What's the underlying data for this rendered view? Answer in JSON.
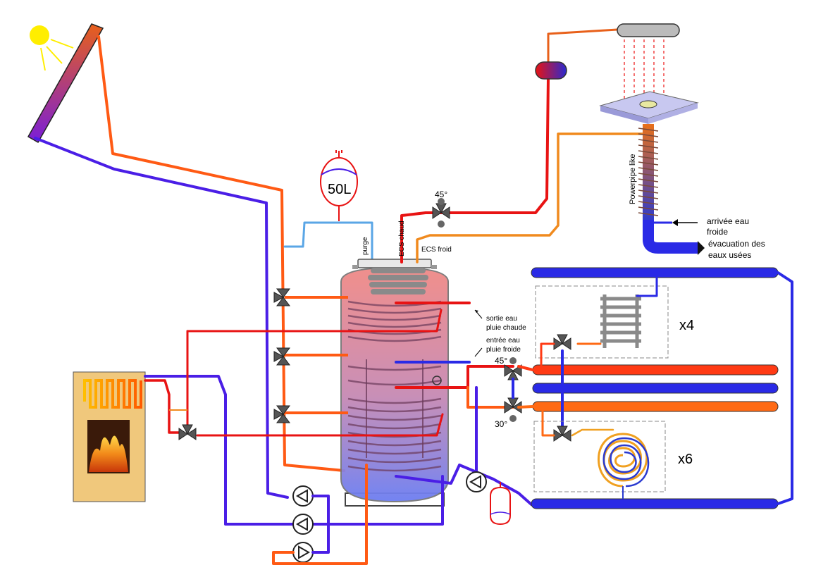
{
  "colors": {
    "hot": "#e81313",
    "warm": "#ff6a00",
    "cold": "#3b1bd6",
    "purge_line": "#5aa6e6",
    "ecs_cold_line": "#f08a1e",
    "tank_top": "#e87a74",
    "tank_bottom": "#6a7ef0",
    "valve": "#555555",
    "stove": "#f0c87c"
  },
  "labels": {
    "vessel_volume": "50L",
    "purge": "purge",
    "ecs_hot": "ECS chaud",
    "ecs_cold": "ECS froid",
    "valve_top_angle": "45°",
    "valve_mid_angle": "45°",
    "valve_low_angle": "30°",
    "powerpipe": "Powerpipe like",
    "cold_water_in_line1": "arrivée eau",
    "cold_water_in_line2": "froide",
    "wastewater_line1": "évacuation des",
    "wastewater_line2": "eaux usées",
    "rain_hot_line1": "sortie eau",
    "rain_hot_line2": "pluie chaude",
    "rain_cold_line1": "entrée eau",
    "rain_cold_line2": "pluie froide",
    "radiator_count": "x4",
    "floor_count": "x6"
  },
  "icons": [
    "sun-icon",
    "solar-panel-icon",
    "expansion-vessel-icon",
    "three-way-valve-icon",
    "pump-icon",
    "radiator-icon",
    "underfloor-coil-icon",
    "shower-head-icon",
    "flame-icon"
  ]
}
